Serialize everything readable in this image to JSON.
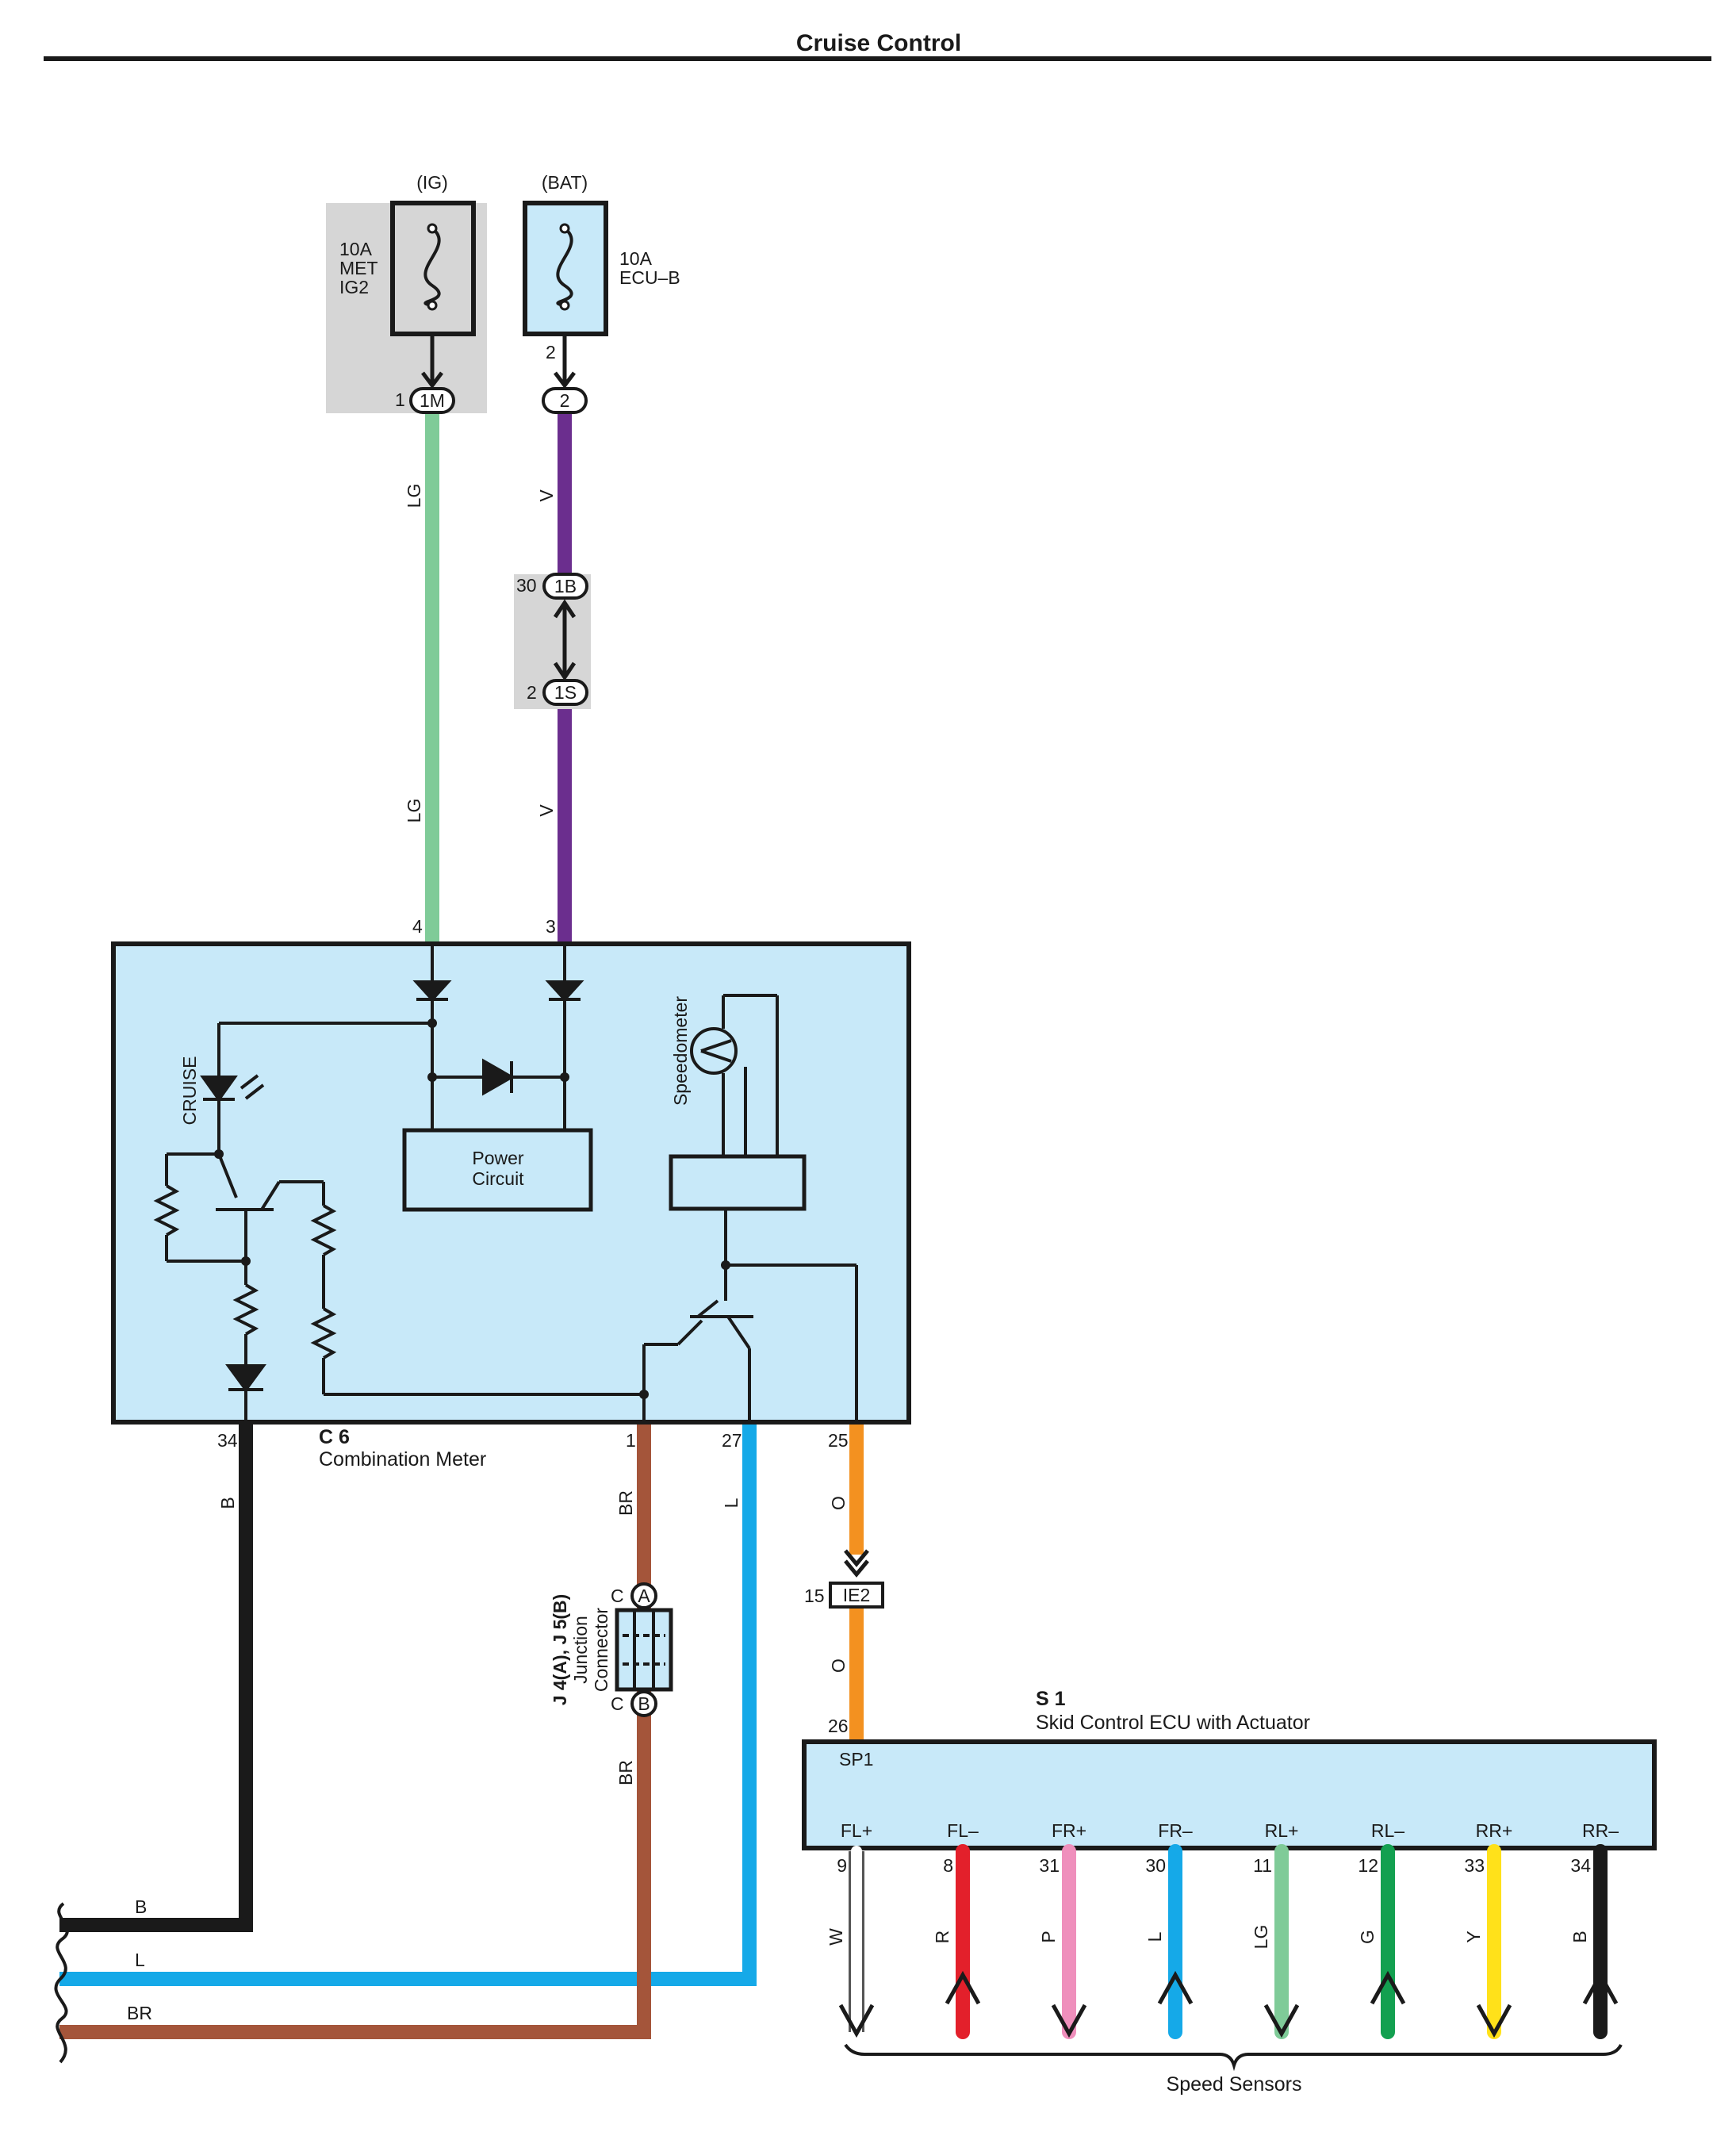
{
  "title": "Cruise Control",
  "fuses": {
    "ig": {
      "label": "(IG)",
      "rating": "10A",
      "name_line1": "MET",
      "name_line2": "IG2",
      "pin": "1",
      "connector": "1M"
    },
    "bat": {
      "label": "(BAT)",
      "rating": "10A",
      "name": "ECU–B",
      "pin_top": "2",
      "connector": "2"
    }
  },
  "splice": {
    "pin_top": "30",
    "conn_top": "1B",
    "pin_bottom": "2",
    "conn_bottom": "1S"
  },
  "meter": {
    "id": "C 6",
    "name": "Combination Meter",
    "pin_ig": "4",
    "pin_bat": "3",
    "cruise_label": "CRUISE",
    "power_line1": "Power",
    "power_line2": "Circuit",
    "speedometer_label": "Speedometer",
    "pin_b": "34",
    "pin_br": "1",
    "pin_l": "27",
    "pin_o": "25"
  },
  "junction": {
    "label_line1": "J 4(A), J 5(B)",
    "label_line2": "Junction",
    "label_line3": "Connector",
    "top_pin": "C",
    "top_conn": "A",
    "bottom_pin": "C",
    "bottom_conn": "B"
  },
  "ie2": {
    "pin": "15",
    "label": "IE2"
  },
  "ecu": {
    "id": "S 1",
    "name": "Skid Control ECU with Actuator",
    "pin_sp1": "26",
    "sp1_label": "SP1"
  },
  "wires": {
    "lg": "LG",
    "v": "V",
    "b": "B",
    "br": "BR",
    "l": "L",
    "o": "O"
  },
  "colors": {
    "lg": "#7fcb98",
    "v": "#6b2e8e",
    "b": "#1a1a1a",
    "br": "#a4553a",
    "l": "#15a9e8",
    "o": "#f39120",
    "w": "#ffffff",
    "r": "#e3202b",
    "p": "#ef8fbc",
    "g": "#13a050",
    "y": "#ffe11a",
    "box_fill": "#c8e9f9",
    "gray": "#d6d6d6"
  },
  "sensors": [
    {
      "label": "FL+",
      "pin": "9",
      "wire": "W"
    },
    {
      "label": "FL–",
      "pin": "8",
      "wire": "R"
    },
    {
      "label": "FR+",
      "pin": "31",
      "wire": "P"
    },
    {
      "label": "FR–",
      "pin": "30",
      "wire": "L"
    },
    {
      "label": "RL+",
      "pin": "11",
      "wire": "LG"
    },
    {
      "label": "RL–",
      "pin": "12",
      "wire": "G"
    },
    {
      "label": "RR+",
      "pin": "33",
      "wire": "Y"
    },
    {
      "label": "RR–",
      "pin": "34",
      "wire": "B"
    }
  ],
  "sensors_label": "Speed Sensors"
}
